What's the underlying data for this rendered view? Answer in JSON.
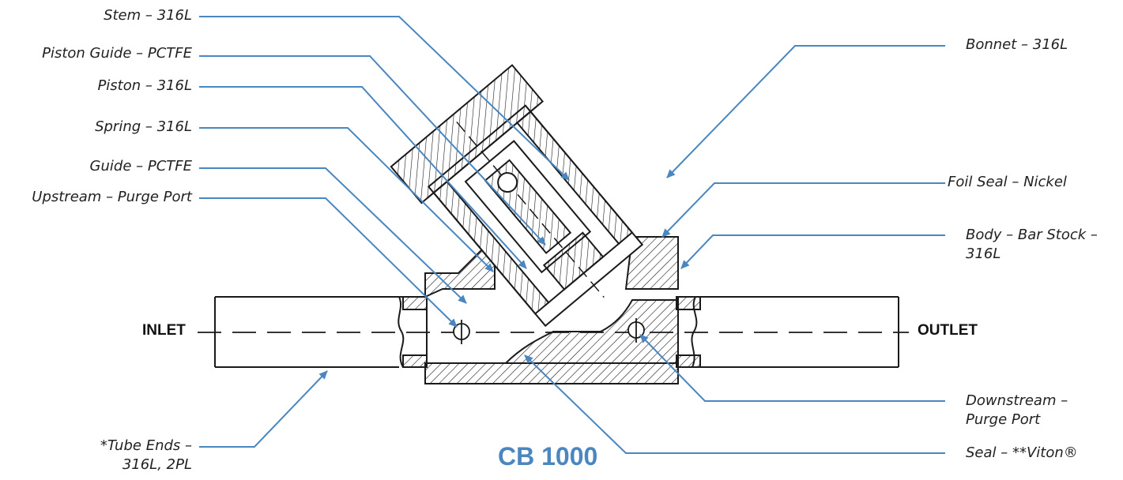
{
  "title": "CB 1000",
  "ports": {
    "inlet": "INLET",
    "outlet": "OUTLET"
  },
  "callouts": {
    "stem": "Stem – 316L",
    "piston_guide": "Piston Guide – PCTFE",
    "piston": "Piston – 316L",
    "spring": "Spring – 316L",
    "guide": "Guide – PCTFE",
    "upstream_port": "Upstream – Purge Port",
    "tube_ends_1": "*Tube Ends –",
    "tube_ends_2": "316L, 2PL",
    "bonnet": "Bonnet – 316L",
    "foil_seal": "Foil Seal – Nickel",
    "body_1": "Body – Bar Stock –",
    "body_2": "316L",
    "downstream_1": "Downstream –",
    "downstream_2": "Purge Port",
    "seal": "Seal – **Viton®"
  },
  "colors": {
    "leader": "#4a86c0",
    "line": "#1a1a1a",
    "title": "#4a86c0"
  }
}
